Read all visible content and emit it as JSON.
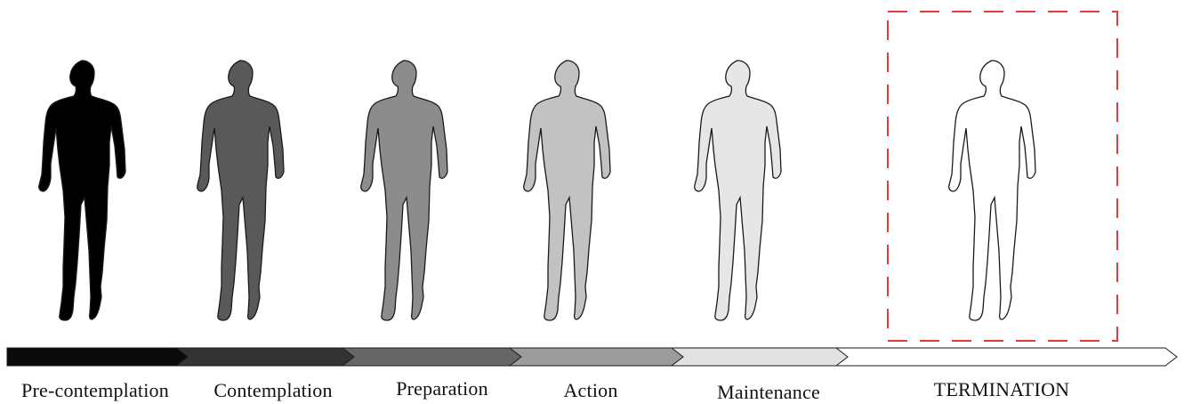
{
  "stages": [
    {
      "label": "Pre-contemplation",
      "fill": "#000000",
      "arrow_fill": "#0a0a0a"
    },
    {
      "label": "Contemplation",
      "fill": "#595959",
      "arrow_fill": "#333333"
    },
    {
      "label": "Preparation",
      "fill": "#8c8c8c",
      "arrow_fill": "#666666"
    },
    {
      "label": "Action",
      "fill": "#c2c2c2",
      "arrow_fill": "#9c9c9c"
    },
    {
      "label": "Maintenance",
      "fill": "#e6e6e6",
      "arrow_fill": "#e2e2e2"
    },
    {
      "label": "TERMINATION",
      "fill": "#ffffff",
      "arrow_fill": "#ffffff"
    }
  ],
  "colors": {
    "highlight_box": "#e03c3c",
    "outline": "#1a1a1a"
  },
  "icons": {
    "figure": "walking-person-silhouette-icon"
  }
}
